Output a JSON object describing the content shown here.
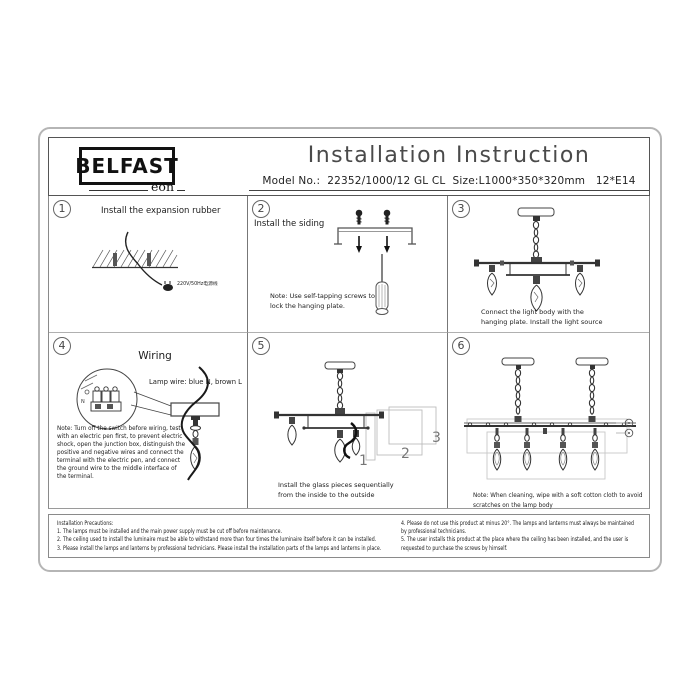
{
  "header": {
    "brand": "BELFAST",
    "brand_sub": "eon",
    "title": "Installation Instruction",
    "model_line": "Model No.:  22352/1000/12 GL CL  Size:L1000*350*320mm   12*E14"
  },
  "panels": [
    {
      "num": "1",
      "caption": "Install the expansion rubber",
      "power_label": "220V/50Hz电源线"
    },
    {
      "num": "2",
      "title": "Install the siding",
      "note": [
        "Note: Use self-tapping screws to",
        "lock the hanging plate."
      ]
    },
    {
      "num": "3",
      "note": [
        "Connect the light body with the",
        "hanging plate. Install the light source"
      ]
    },
    {
      "num": "4",
      "title": "Wiring",
      "wire_label": "Lamp wire: blue N, brown L",
      "terminal_label": "N",
      "note": [
        "Note: Turn off the switch before wiring, test",
        "with an electric pen first, to prevent electric",
        "shock, open the junction box, distinguish the",
        "positive and negative wires and connect the",
        "terminal with the electric pen, and connect",
        "the ground wire to the middle interface of",
        "the terminal."
      ]
    },
    {
      "num": "5",
      "glass_labels": [
        "1",
        "2",
        "3"
      ],
      "note": [
        "Install the glass pieces sequentially",
        "from the inside to the outside"
      ]
    },
    {
      "num": "6",
      "note": [
        "Note: When cleaning, wipe with a soft cotton cloth to avoid",
        "scratches on the lamp body"
      ]
    }
  ],
  "precautions": {
    "left": [
      "Installation Precautions:",
      "1. The lamps must be installed and the main power supply must be cut off before maintenance.",
      "2. The ceiling used to install the luminaire must be able to withstand more than four times the luminaire itself before it can be installed.",
      "3. Please install the lamps and lanterns by professional technicians. Please install the installation parts of the lamps and lanterns in place."
    ],
    "right": [
      "4. Please do not use this product at minus 20°. The lamps and lanterns must always be maintained",
      "by professional technicians.",
      "5. The user installs this product at the place where the ceiling has been installed, and the user is",
      "requested to purchase the screws by himself."
    ]
  }
}
